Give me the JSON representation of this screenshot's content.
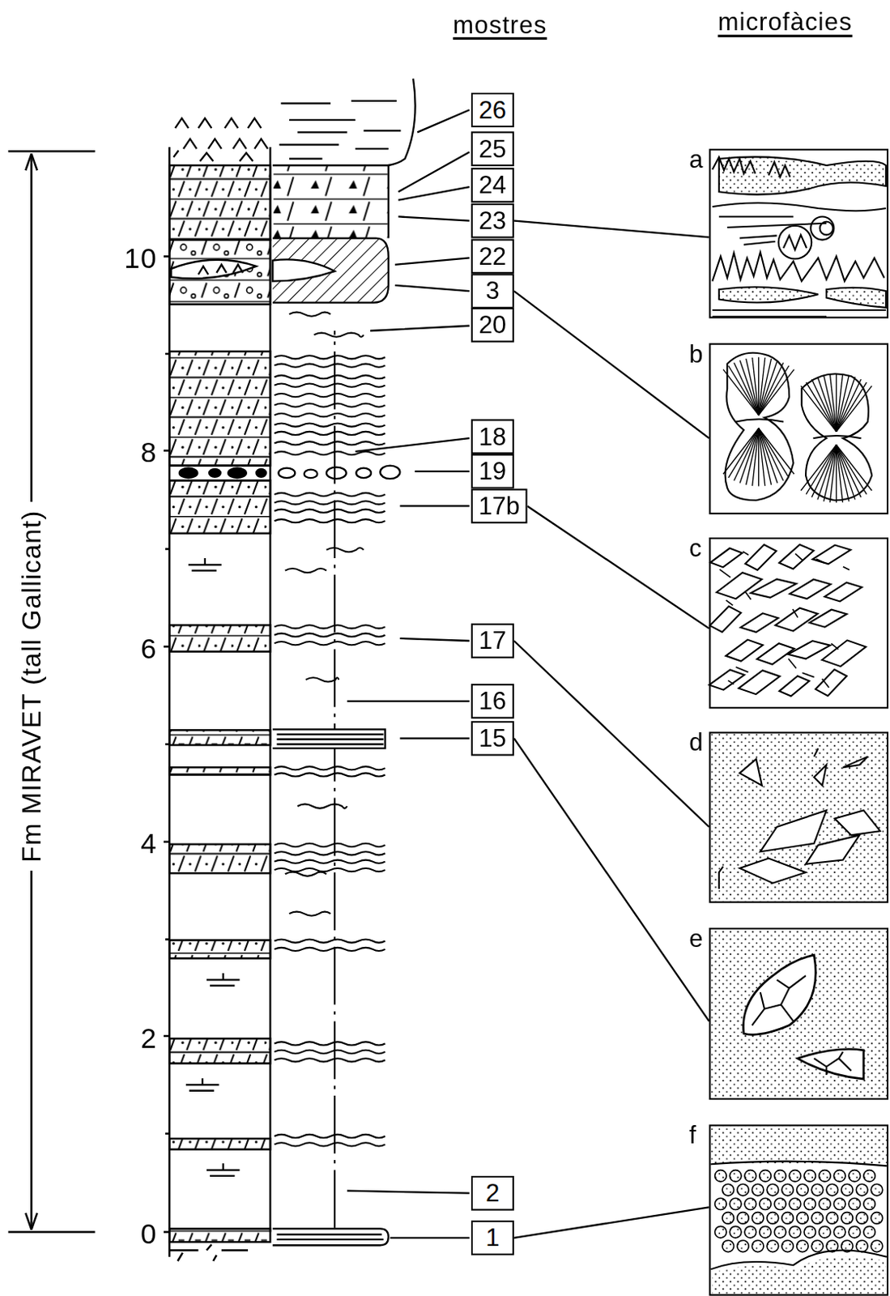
{
  "diagram": {
    "nodes": [
      {
        "text": [
          "26"
        ]
      },
      {
        "text": [
          "25"
        ]
      },
      {
        "text": [
          "24"
        ]
      },
      {
        "text": [
          "23"
        ]
      },
      {
        "text": [
          "22"
        ]
      },
      {
        "text": [
          "3"
        ]
      },
      {
        "text": [
          "20"
        ]
      },
      {
        "text": [
          "18"
        ]
      },
      {
        "text": [
          "19"
        ]
      },
      {
        "text": [
          "17b"
        ]
      },
      {
        "text": [
          "17"
        ]
      },
      {
        "text": [
          "16"
        ]
      },
      {
        "text": [
          "15"
        ]
      },
      {
        "text": [
          "2"
        ]
      },
      {
        "text": [
          "1"
        ]
      },
      {
        "text": [
          "a"
        ]
      },
      {
        "text": [
          "b"
        ]
      },
      {
        "text": [
          "c"
        ]
      },
      {
        "text": [
          "d"
        ]
      },
      {
        "text": [
          "e"
        ]
      },
      {
        "text": [
          "f"
        ]
      }
    ],
    "edges": [
      {
        "from": 3,
        "to": 15,
        "arrow": "none"
      },
      {
        "from": 5,
        "to": 16,
        "arrow": "none"
      },
      {
        "from": 9,
        "to": 17,
        "arrow": "none"
      },
      {
        "from": 10,
        "to": 18,
        "arrow": "none"
      },
      {
        "from": 12,
        "to": 19,
        "arrow": "none"
      },
      {
        "from": 14,
        "to": 20,
        "arrow": "none"
      }
    ],
    "labels": [
      "mostres",
      "microfàcies",
      "Fm MIRAVET (tall Gallicant)",
      "10",
      "8",
      "6",
      "4",
      "2",
      "0"
    ]
  }
}
